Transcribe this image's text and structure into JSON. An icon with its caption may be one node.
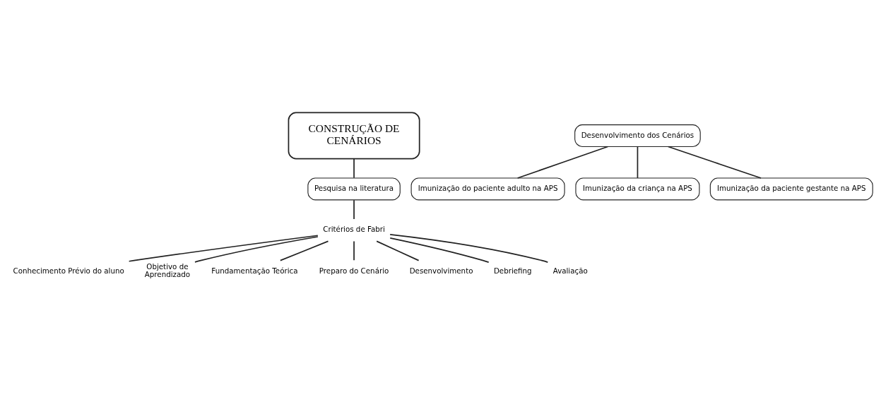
{
  "diagram": {
    "nodes": [
      {
        "text": [
          "CONSTRUÇÃO DE CENÁRIOS"
        ]
      },
      {
        "text": [
          "Pesquisa na literatura"
        ]
      },
      {
        "text": [
          "Critérios de Fabri"
        ]
      },
      {
        "text": [
          "Conhecimento Prévio do aluno"
        ]
      },
      {
        "text": [
          "Objetivo de Aprendizado"
        ]
      },
      {
        "text": [
          "Fundamentação Teórica"
        ]
      },
      {
        "text": [
          "Preparo do Cenário"
        ]
      },
      {
        "text": [
          "Desenvolvimento"
        ]
      },
      {
        "text": [
          "Debriefing"
        ]
      },
      {
        "text": [
          "Avaliação"
        ]
      },
      {
        "text": [
          "Desenvolvimento dos Cenários"
        ]
      },
      {
        "text": [
          "Imunização do paciente adulto na APS"
        ]
      },
      {
        "text": [
          "Imunização da criança na APS"
        ]
      },
      {
        "text": [
          "Imunização da paciente gestante na APS"
        ]
      }
    ],
    "edges": [
      {
        "from": 0,
        "to": 1,
        "arrow": "none"
      },
      {
        "from": 1,
        "to": 2,
        "arrow": "none"
      },
      {
        "from": 2,
        "to": 3,
        "arrow": "none"
      },
      {
        "from": 2,
        "to": 4,
        "arrow": "none"
      },
      {
        "from": 2,
        "to": 5,
        "arrow": "none"
      },
      {
        "from": 2,
        "to": 6,
        "arrow": "none"
      },
      {
        "from": 2,
        "to": 7,
        "arrow": "none"
      },
      {
        "from": 2,
        "to": 8,
        "arrow": "none"
      },
      {
        "from": 2,
        "to": 9,
        "arrow": "none"
      },
      {
        "from": 10,
        "to": 11,
        "arrow": "none"
      },
      {
        "from": 10,
        "to": 12,
        "arrow": "none"
      },
      {
        "from": 10,
        "to": 13,
        "arrow": "none"
      }
    ]
  }
}
